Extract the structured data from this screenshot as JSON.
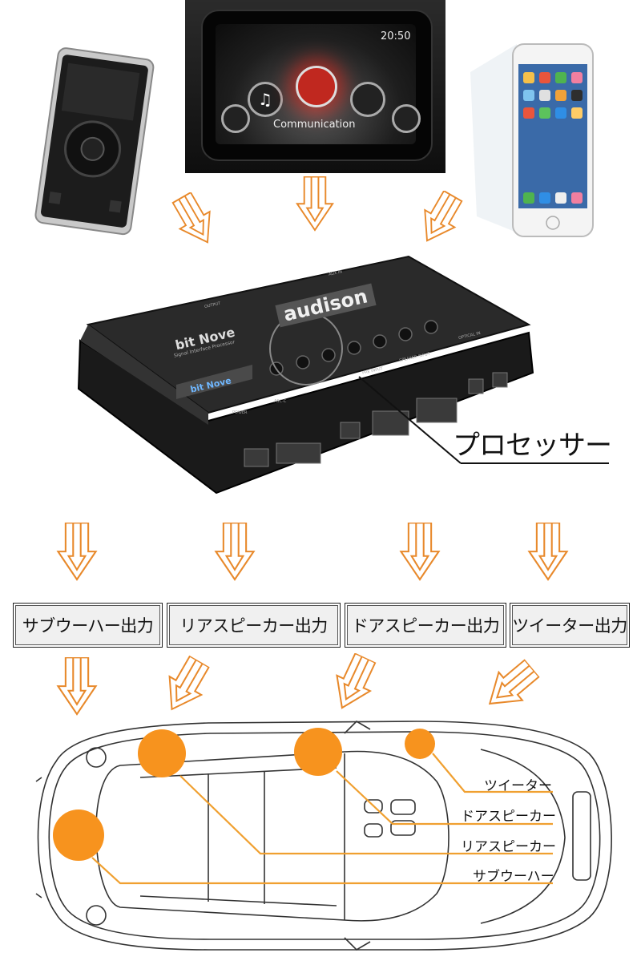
{
  "head_unit": {
    "time": "20:50",
    "menu_label": "Communication"
  },
  "processor": {
    "label": "プロセッサー",
    "brand": "audison",
    "model": "bit Nove",
    "subtitle": "Signal Interface Processor",
    "port_labels": [
      "OUTPUT",
      "AUX IN",
      "POWER",
      "ASC-C",
      "PRE INPUT",
      "SPEAKER INPUT",
      "OPTICAL IN"
    ]
  },
  "outputs": [
    {
      "label": "サブウーハー出力"
    },
    {
      "label": "リアスピーカー出力"
    },
    {
      "label": "ドアスピーカー出力"
    },
    {
      "label": "ツイーター出力"
    }
  ],
  "car_labels": {
    "tweeter": "ツイーター",
    "door": "ドアスピーカー",
    "rear": "リアスピーカー",
    "sub": "サブウーハー"
  },
  "colors": {
    "arrow": "#e8892b",
    "speaker_dot": "#f7931e",
    "line": "#f0a030"
  }
}
